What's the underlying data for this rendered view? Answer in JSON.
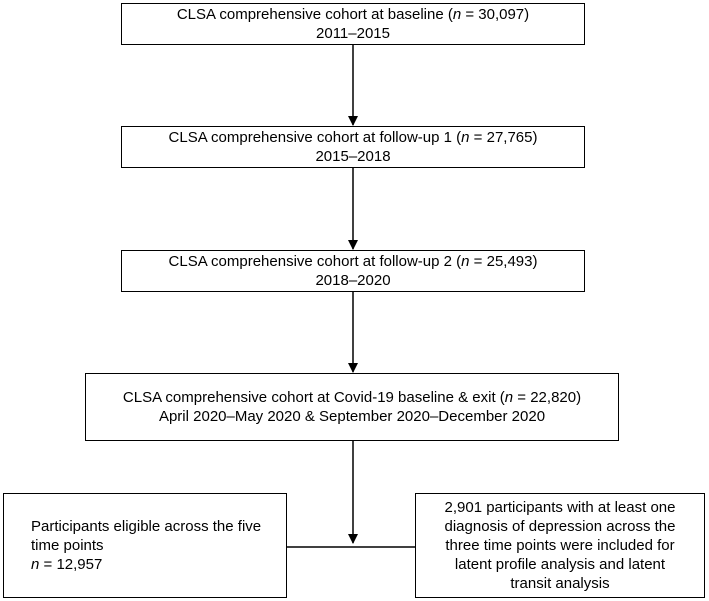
{
  "boxes": {
    "baseline": {
      "prefix": "CLSA comprehensive cohort at baseline (",
      "n_label": "n",
      "suffix": " = 30,097)",
      "period": "2011–2015"
    },
    "followup1": {
      "prefix": "CLSA comprehensive cohort at follow-up 1 (",
      "n_label": "n",
      "suffix": " = 27,765)",
      "period": "2015–2018"
    },
    "followup2": {
      "prefix": "CLSA comprehensive cohort at follow-up 2 (",
      "n_label": "n",
      "suffix": " = 25,493)",
      "period": "2018–2020"
    },
    "covid": {
      "prefix": "CLSA comprehensive cohort at Covid-19 baseline & exit (",
      "n_label": "n",
      "suffix": " = 22,820)",
      "period": "April 2020–May 2020 & September 2020–December 2020"
    },
    "eligible": {
      "line1": "Participants eligible across the five",
      "line2": "time points",
      "n_label": "n",
      "suffix": " = 12,957"
    },
    "depression": {
      "line1": "2,901 participants with at least one",
      "line2": "diagnosis of depression across the",
      "line3": "three time points were included for",
      "line4": "latent profile analysis and latent",
      "line5": "transit analysis"
    }
  }
}
